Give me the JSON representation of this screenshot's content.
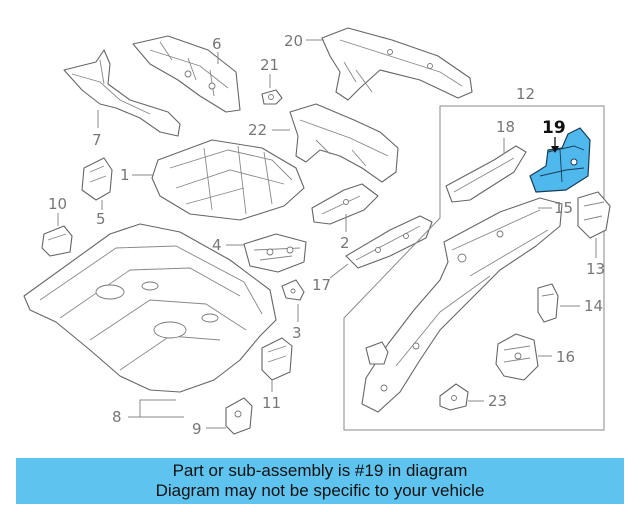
{
  "callouts": {
    "n1": "1",
    "n2": "2",
    "n3": "3",
    "n4": "4",
    "n5": "5",
    "n6": "6",
    "n7": "7",
    "n8": "8",
    "n9": "9",
    "n10": "10",
    "n11": "11",
    "n12": "12",
    "n13": "13",
    "n14": "14",
    "n15": "15",
    "n16": "16",
    "n17": "17",
    "n18": "18",
    "n19": "19",
    "n20": "20",
    "n21": "21",
    "n22": "22",
    "n23": "23"
  },
  "highlight": {
    "part": "19",
    "color": "#4fb8ec"
  },
  "banner": {
    "line1": "Part or sub-assembly is #19 in diagram",
    "line2": "Diagram may not be specific to your vehicle",
    "background": "#5fc3f0"
  }
}
